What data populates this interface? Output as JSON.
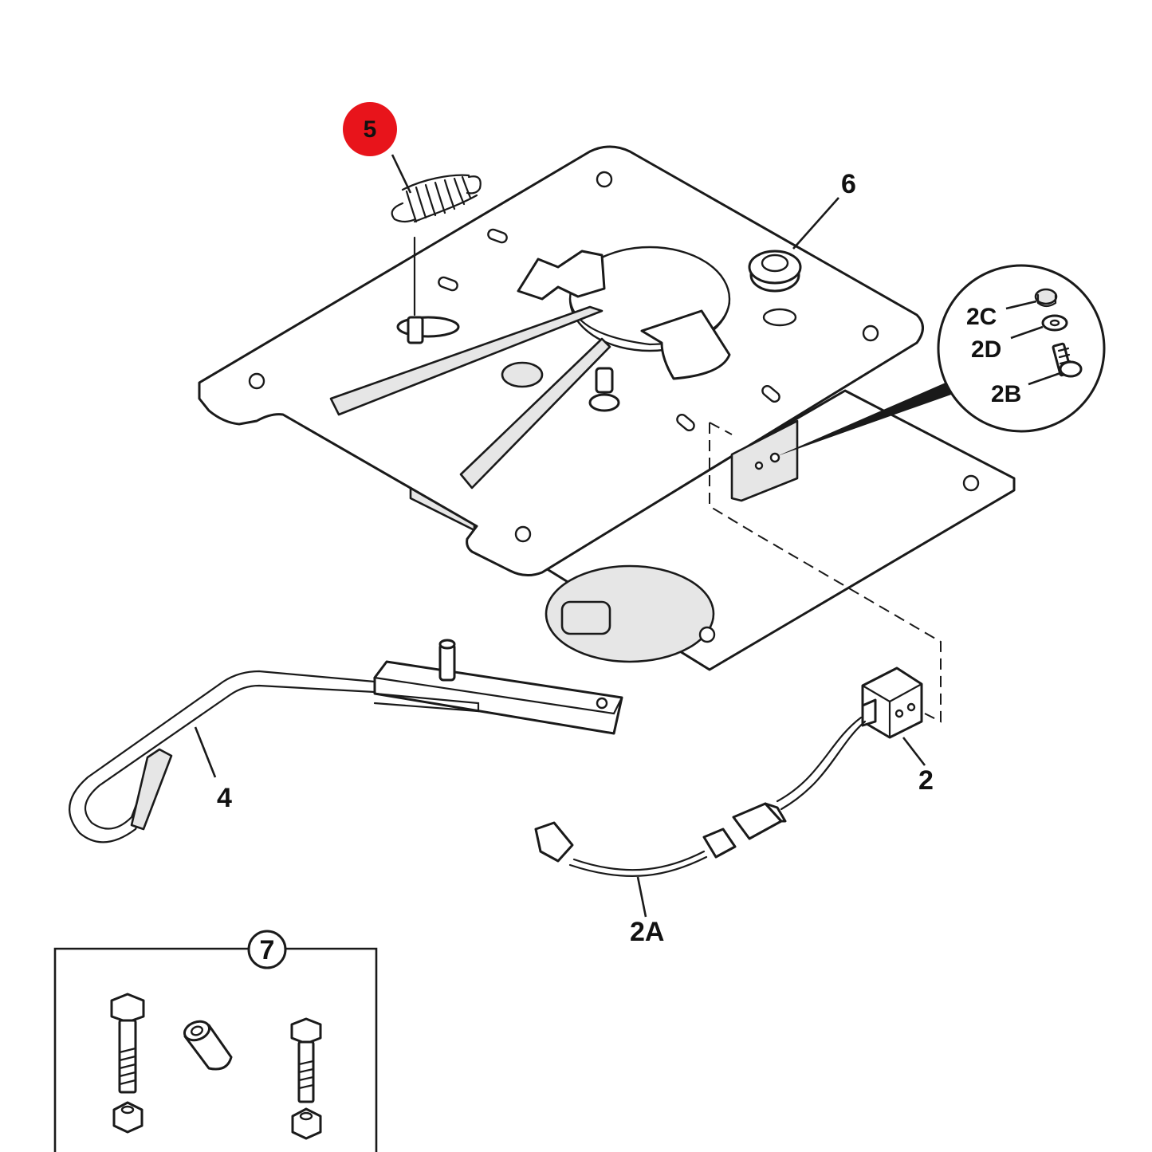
{
  "callouts": {
    "c5": "5",
    "c6": "6",
    "c2": "2",
    "c2a": "2A",
    "c2b": "2B",
    "c2c": "2C",
    "c2d": "2D",
    "c4": "4",
    "c7": "7"
  },
  "colors": {
    "highlight": "#e8141b",
    "ink": "#1a1a1a"
  }
}
